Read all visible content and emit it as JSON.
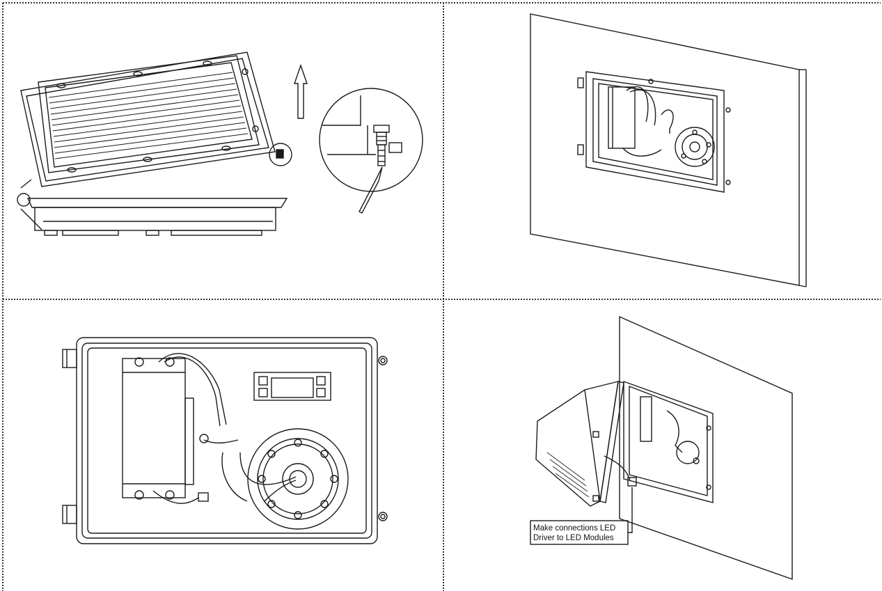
{
  "panels": [
    {
      "id": "panel-1",
      "subject": "housing-open-hinge-screw"
    },
    {
      "id": "panel-2",
      "subject": "backplate-on-wall"
    },
    {
      "id": "panel-3",
      "subject": "backplate-driver-wiring"
    },
    {
      "id": "panel-4",
      "subject": "housing-connect-modules"
    }
  ],
  "callout": {
    "line1": "Make connections LED",
    "line2": "Driver to LED Modules"
  },
  "colors": {
    "stroke": "#1a1a1a",
    "divider": "#333333",
    "background": "#ffffff"
  }
}
